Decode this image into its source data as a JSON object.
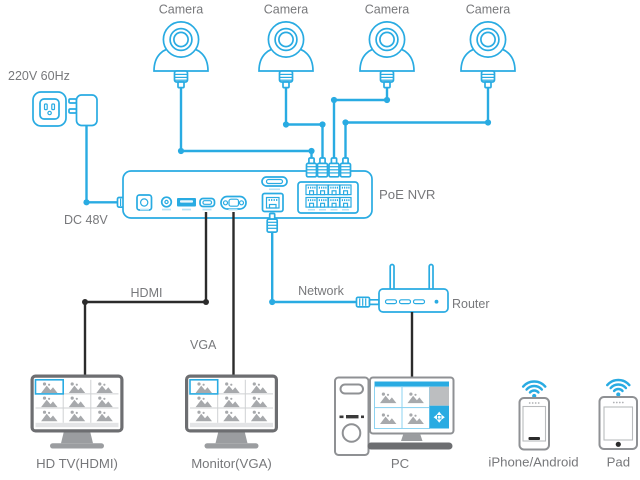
{
  "colors": {
    "accent_blue": "#29abe2",
    "cable_black": "#2b2b2b",
    "label_gray": "#77787b",
    "device_gray": "#8f9194",
    "frame_dark_gray": "#6d6e71",
    "thumbnail_gray": "#a7a9ac"
  },
  "power": {
    "outlet_label": "220V 60Hz",
    "dc_output_label": "DC 48V"
  },
  "cameras": [
    {
      "label": "Camera"
    },
    {
      "label": "Camera"
    },
    {
      "label": "Camera"
    },
    {
      "label": "Camera"
    }
  ],
  "nvr": {
    "label": "PoE NVR"
  },
  "links": {
    "hdmi_label": "HDMI",
    "vga_label": "VGA",
    "network_label": "Network"
  },
  "router": {
    "label": "Router"
  },
  "displays": {
    "tv_label": "HD TV(HDMI)",
    "monitor_label": "Monitor(VGA)"
  },
  "clients": {
    "pc_label": "PC",
    "phone_label": "iPhone/Android",
    "pad_label": "Pad"
  }
}
